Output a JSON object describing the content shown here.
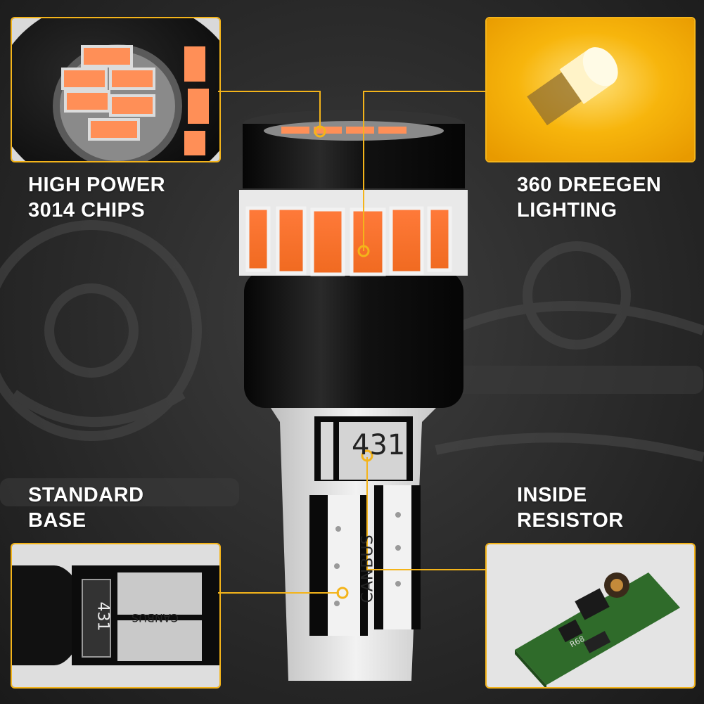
{
  "colors": {
    "accent": "#f4b41a",
    "led_amber": "#ff8a3a",
    "housing": "#141414",
    "label_text": "#ffffff"
  },
  "features": [
    {
      "label": "HIGH POWER\n3014 CHIPS"
    },
    {
      "label": "360 DREEGEN\nLIGHTING"
    },
    {
      "label": "STANDARD\nBASE"
    },
    {
      "label": "INSIDE\nRESISTOR"
    }
  ],
  "bulb": {
    "resistor_code": "431",
    "pcb_marking": "CANBUS"
  },
  "insets": {
    "base_closeup": {
      "resistor_code": "431",
      "pcb_marking": "CANBUS"
    },
    "resistor_board": {
      "component_code": "R68"
    }
  }
}
